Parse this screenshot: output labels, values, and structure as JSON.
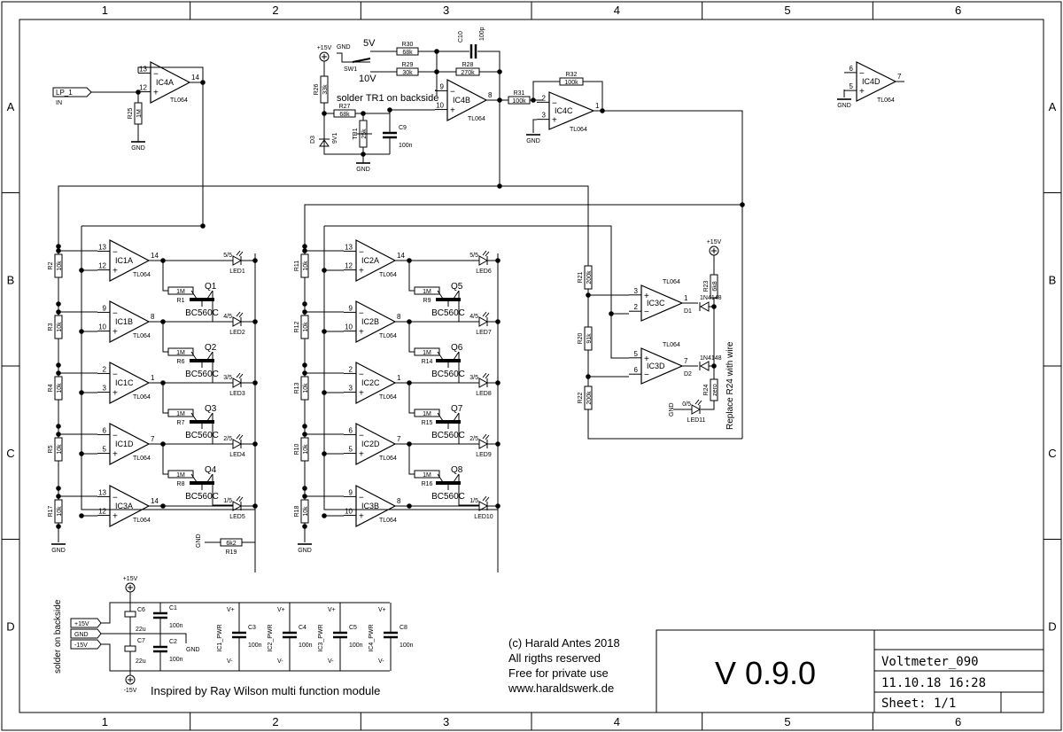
{
  "frame": {
    "columns": [
      "1",
      "2",
      "3",
      "4",
      "5",
      "6"
    ],
    "rows": [
      "A",
      "B",
      "C",
      "D"
    ]
  },
  "top": {
    "input_port": "LP_1",
    "input_label": "IN",
    "ic4a": "IC4A",
    "ic4a_pins": {
      "minus": "13",
      "plus": "12",
      "out": "14"
    },
    "r25": {
      "ref": "R25",
      "value": "1M"
    },
    "gnd": "GND",
    "v15": "+15V",
    "sw1": "SW1",
    "sw_gnd": "GND",
    "sw_5v": "5V",
    "sw_10v": "10V",
    "r30": {
      "ref": "R30",
      "value": "68k"
    },
    "r29": {
      "ref": "R29",
      "value": "30k"
    },
    "r28": {
      "ref": "R28",
      "value": "270k"
    },
    "c10": {
      "ref": "C10",
      "value": "100p"
    },
    "r26": {
      "ref": "R26",
      "value": "33k"
    },
    "r27": {
      "ref": "R27",
      "value": "68k"
    },
    "tr1": {
      "ref": "TR1",
      "value": "25k"
    },
    "c9": {
      "ref": "C9",
      "value": "100n"
    },
    "d3": {
      "ref": "D3",
      "value": "9V1"
    },
    "note": "solder TR1 on backside",
    "ic4b": "IC4B",
    "ic4b_pins": {
      "minus": "9",
      "plus": "10",
      "out": "8"
    },
    "r31": {
      "ref": "R31",
      "value": "100k"
    },
    "r32": {
      "ref": "R32",
      "value": "100k"
    },
    "ic4c": "IC4C",
    "ic4c_pins": {
      "minus": "2",
      "plus": "3",
      "out": "1"
    },
    "ic4d": "IC4D",
    "ic4d_pins": {
      "minus": "6",
      "plus": "5",
      "out": "7"
    },
    "tl064": "TL064"
  },
  "ladder_left": {
    "resistors": [
      {
        "ref": "R2",
        "value": "10k"
      },
      {
        "ref": "R3",
        "value": "10k"
      },
      {
        "ref": "R4",
        "value": "10k"
      },
      {
        "ref": "R5",
        "value": "10k"
      },
      {
        "ref": "R17",
        "value": "10k"
      }
    ],
    "comparators": [
      {
        "name": "IC1A",
        "pins": [
          "13",
          "12",
          "14"
        ]
      },
      {
        "name": "IC1B",
        "pins": [
          "9",
          "10",
          "8"
        ]
      },
      {
        "name": "IC1C",
        "pins": [
          "2",
          "3",
          "1"
        ]
      },
      {
        "name": "IC1D",
        "pins": [
          "6",
          "5",
          "7"
        ]
      },
      {
        "name": "IC3A",
        "pins": [
          "13",
          "12",
          "14"
        ]
      }
    ],
    "base_resistors": [
      {
        "ref": "R1",
        "value": "1M"
      },
      {
        "ref": "R6",
        "value": "1M"
      },
      {
        "ref": "R7",
        "value": "1M"
      },
      {
        "ref": "R8",
        "value": "1M"
      }
    ],
    "transistors": [
      {
        "ref": "Q1",
        "type": "BC560C"
      },
      {
        "ref": "Q2",
        "type": "BC560C"
      },
      {
        "ref": "Q3",
        "type": "BC560C"
      },
      {
        "ref": "Q4",
        "type": "BC560C"
      }
    ],
    "leds": [
      {
        "ref": "LED1",
        "value": "5/5"
      },
      {
        "ref": "LED2",
        "value": "4/5"
      },
      {
        "ref": "LED3",
        "value": "3/5"
      },
      {
        "ref": "LED4",
        "value": "2/5"
      },
      {
        "ref": "LED5",
        "value": "1/5"
      }
    ],
    "r19": {
      "ref": "R19",
      "value": "6k2"
    }
  },
  "ladder_right": {
    "resistors": [
      {
        "ref": "R11",
        "value": "10k"
      },
      {
        "ref": "R12",
        "value": "10k"
      },
      {
        "ref": "R13",
        "value": "10k"
      },
      {
        "ref": "R10",
        "value": "10k"
      },
      {
        "ref": "R18",
        "value": "10k"
      }
    ],
    "comparators": [
      {
        "name": "IC2A",
        "pins": [
          "13",
          "12",
          "14"
        ]
      },
      {
        "name": "IC2B",
        "pins": [
          "9",
          "10",
          "8"
        ]
      },
      {
        "name": "IC2C",
        "pins": [
          "2",
          "3",
          "1"
        ]
      },
      {
        "name": "IC2D",
        "pins": [
          "6",
          "5",
          "7"
        ]
      },
      {
        "name": "IC3B",
        "pins": [
          "9",
          "10",
          "8"
        ]
      }
    ],
    "base_resistors": [
      {
        "ref": "R9",
        "value": "1M"
      },
      {
        "ref": "R14",
        "value": "1M"
      },
      {
        "ref": "R15",
        "value": "1M"
      },
      {
        "ref": "R16",
        "value": "1M"
      }
    ],
    "transistors": [
      {
        "ref": "Q5",
        "type": "BC560C"
      },
      {
        "ref": "Q6",
        "type": "BC560C"
      },
      {
        "ref": "Q7",
        "type": "BC560C"
      },
      {
        "ref": "Q8",
        "type": "BC560C"
      }
    ],
    "leds": [
      {
        "ref": "LED6",
        "value": "5/5"
      },
      {
        "ref": "LED7",
        "value": "4/5"
      },
      {
        "ref": "LED8",
        "value": "3/5"
      },
      {
        "ref": "LED9",
        "value": "2/5"
      },
      {
        "ref": "LED10",
        "value": "1/5"
      }
    ]
  },
  "window": {
    "r21": {
      "ref": "R21",
      "value": "200k"
    },
    "r20": {
      "ref": "R20",
      "value": "91k"
    },
    "r22": {
      "ref": "R22",
      "value": "200k"
    },
    "ic3c": {
      "name": "IC3C",
      "pins": [
        "3",
        "2",
        "1"
      ]
    },
    "ic3d": {
      "name": "IC3D",
      "pins": [
        "5",
        "6",
        "7"
      ]
    },
    "d1": {
      "ref": "D1",
      "value": "1N4148"
    },
    "d2": {
      "ref": "D2",
      "value": "1N4148"
    },
    "r23": {
      "ref": "R23",
      "value": "6k8"
    },
    "r24": {
      "ref": "R24",
      "value": "zero"
    },
    "led11": {
      "ref": "LED11",
      "value": "0/5"
    },
    "note": "Replace R24 with wire",
    "v15": "+15V",
    "gnd": "GND"
  },
  "power": {
    "side_note": "solder on backside",
    "plus15": "+15V",
    "minus15": "-15V",
    "gnd": "GND",
    "ports": [
      "+15V",
      "GND",
      "-15V"
    ],
    "c6": {
      "ref": "C6",
      "value": "22u"
    },
    "c7": {
      "ref": "C7",
      "value": "22u"
    },
    "c1": {
      "ref": "C1",
      "value": "100n"
    },
    "c2": {
      "ref": "C2",
      "value": "100n"
    },
    "units": [
      {
        "pwr": "IC1_PWR",
        "cap": "C3",
        "value": "100n"
      },
      {
        "pwr": "IC2_PWR",
        "cap": "C4",
        "value": "100n"
      },
      {
        "pwr": "IC3_PWR",
        "cap": "C5",
        "value": "100n"
      },
      {
        "pwr": "IC4_PWR",
        "cap": "C8",
        "value": "100n"
      }
    ],
    "vplus": "V+",
    "vminus": "V-"
  },
  "credits": {
    "inspired": "Inspired by Ray Wilson multi function module",
    "lines": [
      "(c) Harald Antes 2018",
      "All rigths reserved",
      "Free for private use",
      "www.haraldswerk.de"
    ]
  },
  "title_block": {
    "version": "V 0.9.0",
    "name": "Voltmeter_090",
    "date": "11.10.18 16:28",
    "sheet": "Sheet: 1/1"
  }
}
